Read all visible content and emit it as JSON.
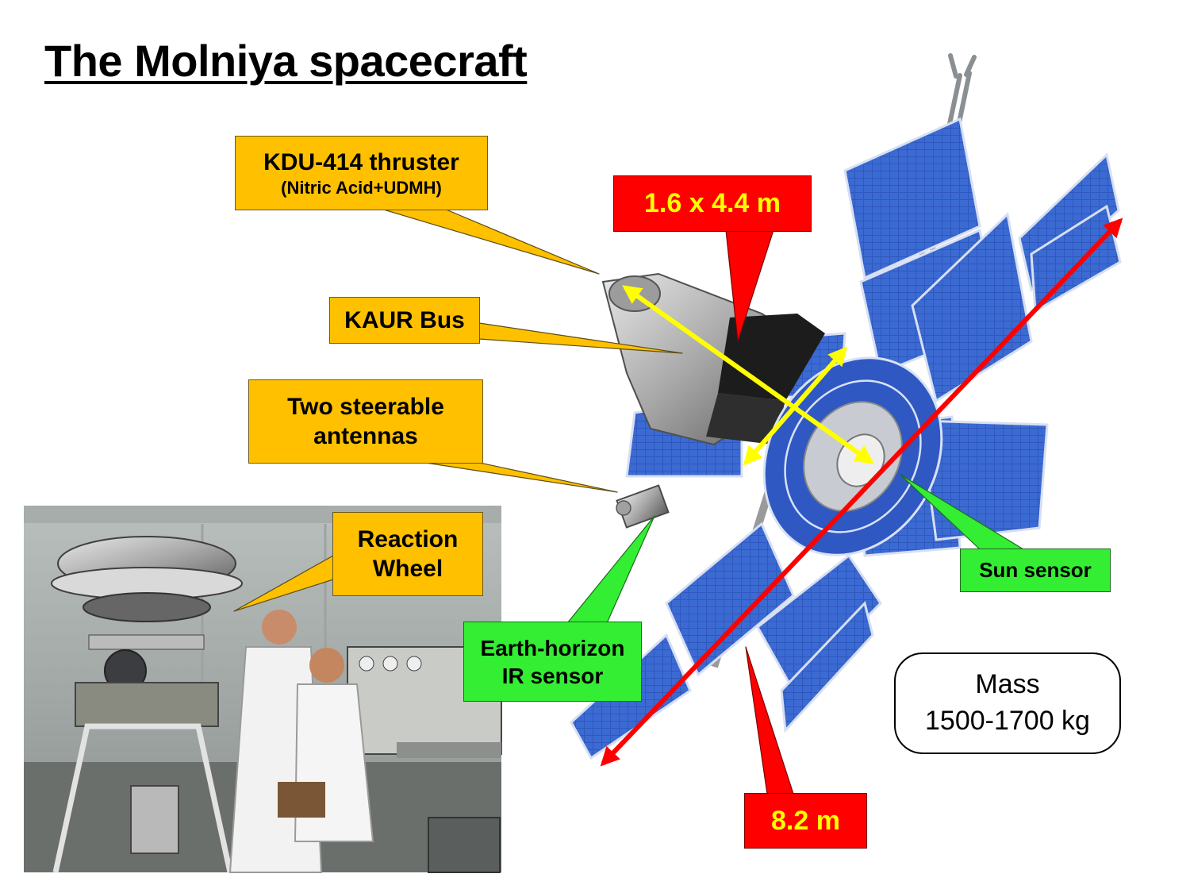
{
  "title": "The Molniya spacecraft",
  "callouts": {
    "thruster": {
      "line1": "KDU-414 thruster",
      "line2": "(Nitric Acid+UDMH)"
    },
    "bus": "KAUR Bus",
    "antennas": {
      "line1": "Two steerable",
      "line2": "antennas"
    },
    "reaction_wheel": {
      "line1": "Reaction",
      "line2": "Wheel"
    },
    "earth_sensor": {
      "line1": "Earth-horizon",
      "line2": "IR sensor"
    },
    "sun_sensor": "Sun sensor",
    "body_dimensions": "1.6 x 4.4 m",
    "span": "8.2 m"
  },
  "mass": {
    "label": "Mass",
    "value": "1500-1700 kg"
  },
  "colors": {
    "callout_orange": "#ffc000",
    "callout_green": "#33ee33",
    "callout_red": "#ff0000",
    "dimension_text": "#ffff00",
    "arrow_yellow": "#ffff00",
    "arrow_red": "#ff0000",
    "solar_panel_blue": "#2a4fb0"
  }
}
